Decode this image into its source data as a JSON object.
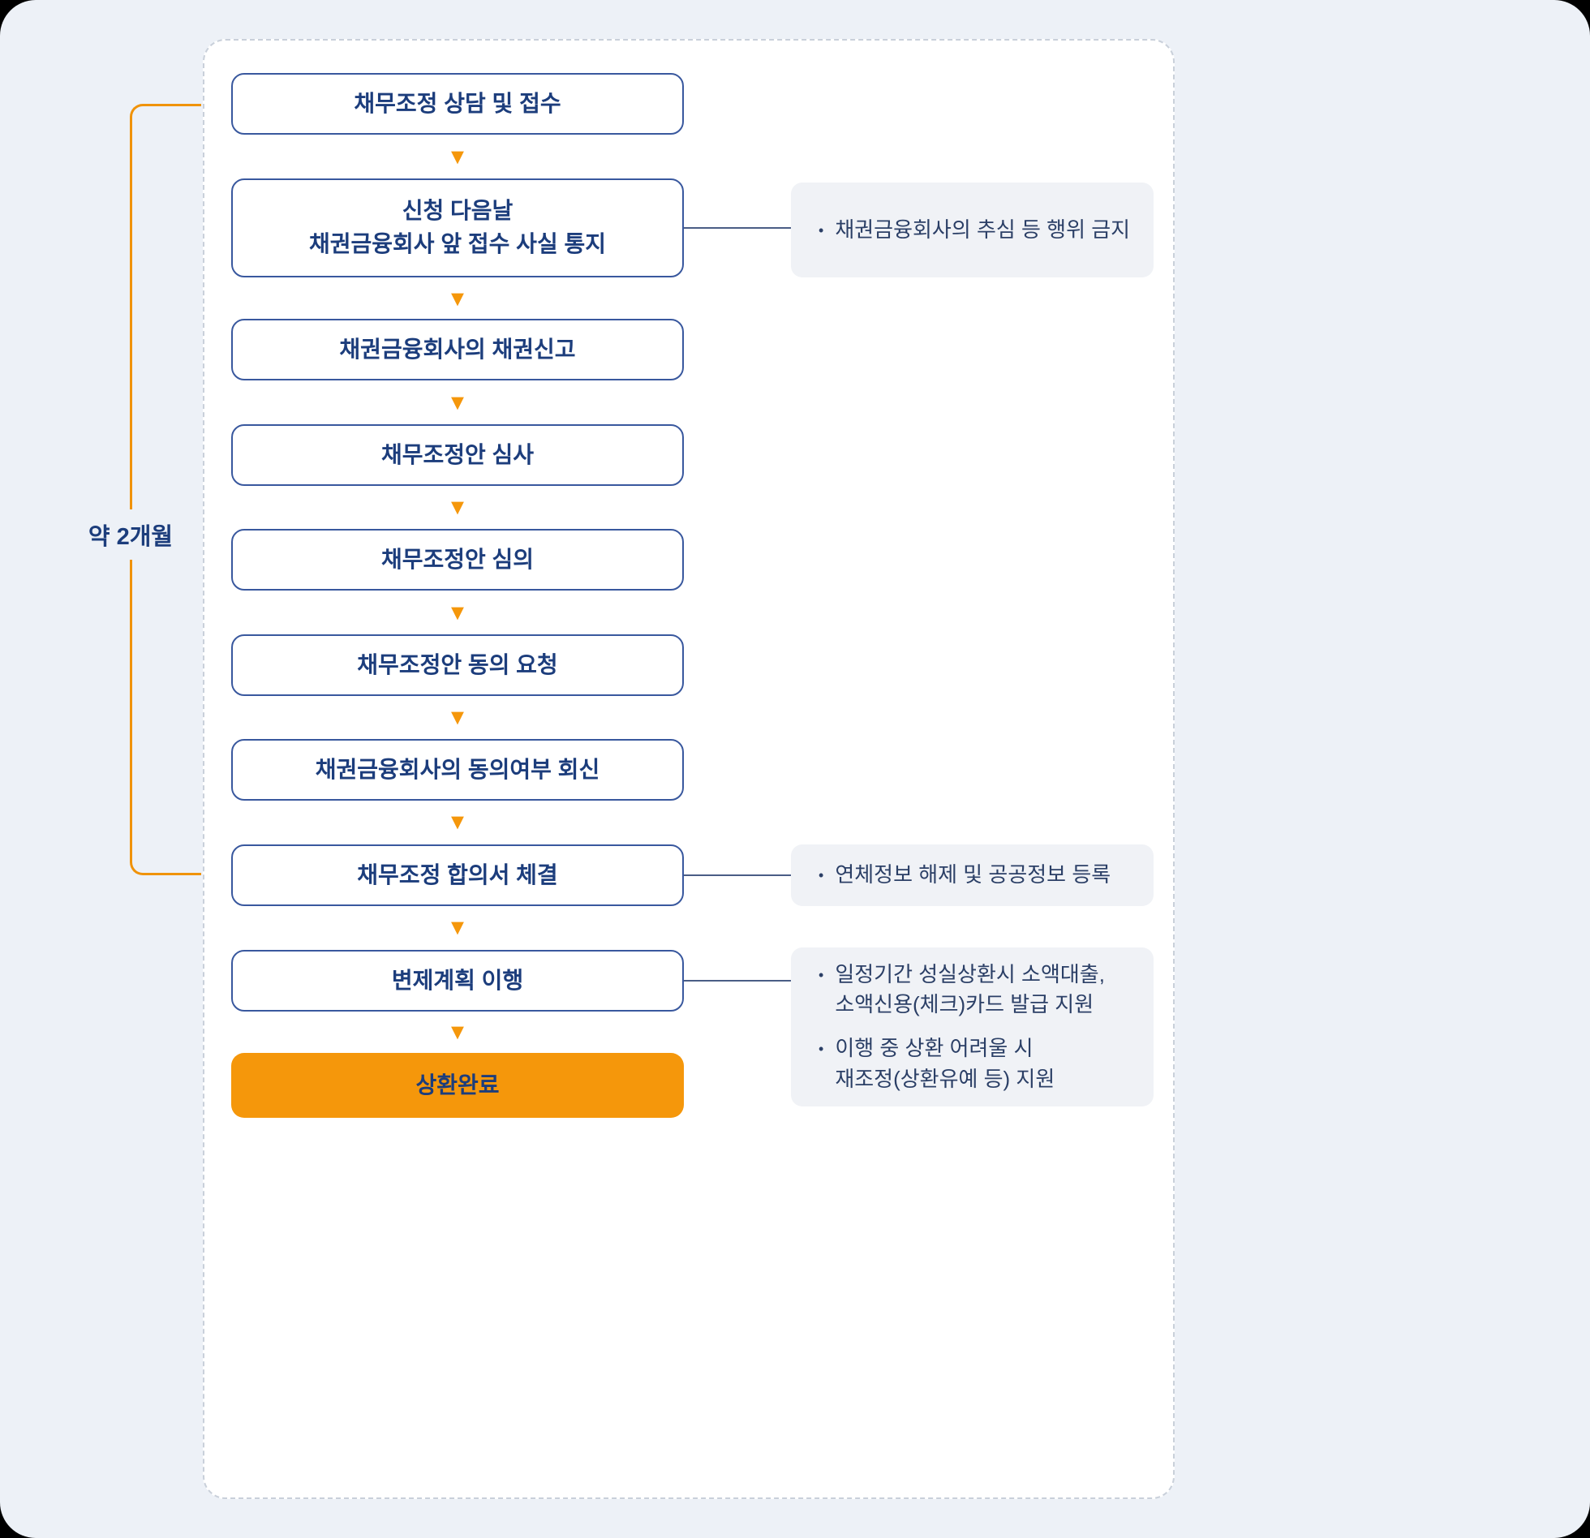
{
  "flow": {
    "bracket_label": "약 2개월",
    "steps": [
      {
        "label": "채무조정 상담 및 접수"
      },
      {
        "label": "신청 다음날\n채권금융회사 앞 접수 사실 통지"
      },
      {
        "label": "채권금융회사의 채권신고"
      },
      {
        "label": "채무조정안 심사"
      },
      {
        "label": "채무조정안 심의"
      },
      {
        "label": "채무조정안 동의 요청"
      },
      {
        "label": "채권금융회사의 동의여부 회신"
      },
      {
        "label": "채무조정 합의서 체결"
      },
      {
        "label": "변제계획 이행"
      },
      {
        "label": "상환완료"
      }
    ]
  },
  "notes": [
    {
      "items": [
        "채권금융회사의 추심 등 행위 금지"
      ]
    },
    {
      "items": [
        "연체정보 해제 및 공공정보 등록"
      ]
    },
    {
      "items": [
        "일정기간 성실상환시 소액대출,\n소액신용(체크)카드 발급 지원",
        "이행 중 상환 어려울 시\n재조정(상환유예 등) 지원"
      ]
    }
  ],
  "icons": {
    "arrow_down": "▼",
    "bullet": "•"
  },
  "colors": {
    "navy_text": "#1c3d7c",
    "box_border": "#39589e",
    "accent_orange": "#f5970b",
    "note_background": "#f0f2f6",
    "page_background": "#edf1f7"
  }
}
